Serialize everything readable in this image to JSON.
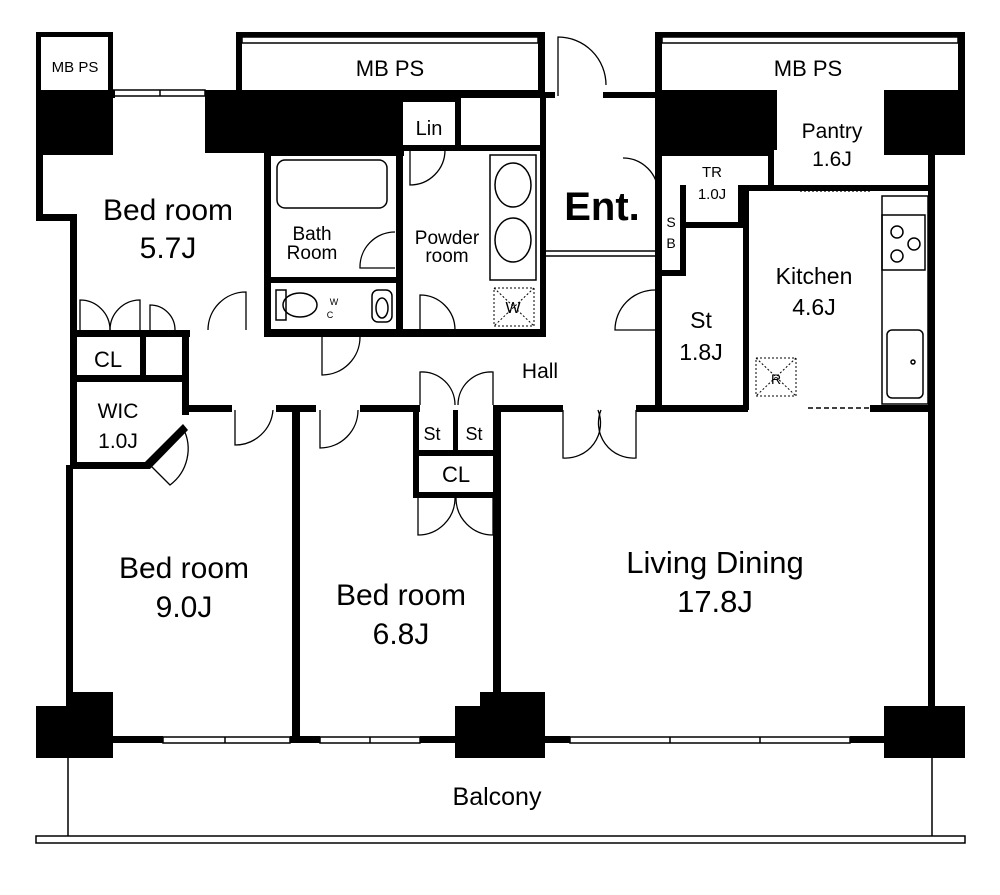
{
  "rooms": {
    "mbps_small": "MB PS",
    "mbps_top_mid": "MB PS",
    "mbps_top_right": "MB PS",
    "bedroom_nw_name": "Bed room",
    "bedroom_nw_size": "5.7J",
    "lin": "Lin",
    "bath_l1": "Bath",
    "bath_l2": "Room",
    "powder_l1": "Powder",
    "powder_l2": "room",
    "wc_w": "W",
    "wc_c": "C",
    "washer": "W",
    "ent": "Ent.",
    "tr_name": "TR",
    "tr_size": "1.0J",
    "pantry_name": "Pantry",
    "pantry_size": "1.6J",
    "sb_s": "S",
    "sb_b": "B",
    "kitchen_name": "Kitchen",
    "kitchen_size": "4.6J",
    "st_mid_name": "St",
    "st_mid_size": "1.8J",
    "fridge": "R",
    "hall": "Hall",
    "cl_left": "CL",
    "wic_name": "WIC",
    "wic_size": "1.0J",
    "st_small_1": "St",
    "st_small_2": "St",
    "cl_mid": "CL",
    "bedroom_sw_name": "Bed room",
    "bedroom_sw_size": "9.0J",
    "bedroom_mid_name": "Bed room",
    "bedroom_mid_size": "6.8J",
    "living_name": "Living Dining",
    "living_size": "17.8J",
    "balcony": "Balcony"
  }
}
